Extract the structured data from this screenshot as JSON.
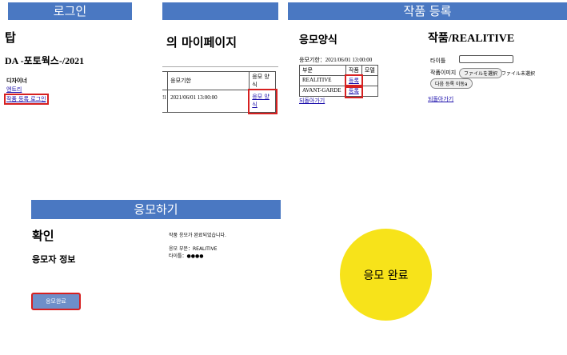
{
  "panel1": {
    "banner": "로그인",
    "title_fragment": "탑",
    "subtitle": "DA -포토웍스-/2021",
    "section_label": "디자이너",
    "link_entry": "엔트리",
    "link_login": "작품 등록 로그인"
  },
  "panel2": {
    "title": "의 마이페이지",
    "header_deadline": "응모기한",
    "header_form": "응모 양식",
    "deadline_value": "2021/06/01 13:00:00",
    "row_prefix": "!l",
    "form_link": "응모 양식"
  },
  "panel3": {
    "banner": "작품 등록",
    "title": "응모양식",
    "deadline_line": "응모기한：2021/06/01 13:00:00",
    "headers": [
      "부문",
      "작품",
      "모델"
    ],
    "rows": [
      {
        "category": "REALITIVE",
        "work": "등록",
        "model": ""
      },
      {
        "category": "AVANT-GARDE",
        "work": "등록",
        "model": ""
      }
    ],
    "back_link": "되돌아가기"
  },
  "panel4": {
    "title": "작품/REALITIVE",
    "title_label": "타이틀",
    "title_value": "",
    "image_label": "작품이미지",
    "file_button": "ファイルを選択",
    "file_status": "ファイル未選択",
    "next_button": "다음 등록 이동a",
    "back_link": "되돌아가기"
  },
  "panel5": {
    "banner": "응모하기",
    "title": "확인",
    "section_title": "응모자 정보",
    "complete_message": "작품 응모가 완료되었습니다.",
    "category_line": "응모 부문：REALITIVE",
    "title_line": "타이틀：●●●●",
    "submit_button": "응모완료"
  },
  "panel6": {
    "circle_text": "응모 완료"
  },
  "colors": {
    "banner": "#4a78c2",
    "highlight": "#d62020",
    "circle": "#f7e31a",
    "button_fill": "#6e8fc9"
  }
}
